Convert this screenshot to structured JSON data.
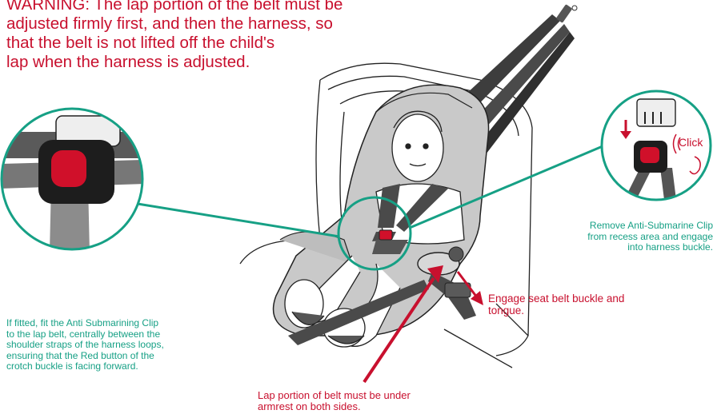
{
  "warning": {
    "lines": [
      "WARNING: The lap portion of the belt must be",
      "adjusted firmly first, and then the harness, so",
      "that the belt is not lifted off the child's",
      "lap when the harness is adjusted."
    ]
  },
  "callouts": {
    "clip_fit": {
      "lines": [
        "If fitted, fit the Anti Submarining Clip",
        "to the lap belt, centrally between the",
        "shoulder straps of the harness loops,",
        "ensuring that the Red button of the",
        "crotch buckle is facing forward."
      ]
    },
    "remove_clip": {
      "lines": [
        "Remove Anti-Submarine Clip",
        "from recess area and engage",
        "into harness buckle."
      ]
    },
    "engage_buckle": {
      "lines": [
        "Engage seat belt buckle and",
        "tongue."
      ]
    },
    "lap_portion": {
      "lines": [
        "Lap portion of belt must be under",
        "armrest on both sides."
      ]
    },
    "click": "Click"
  },
  "colors": {
    "warning_red": "#c8102e",
    "callout_green": "#16a085",
    "strap_grey": "#4a4a4a",
    "button_red": "#d0102a"
  }
}
